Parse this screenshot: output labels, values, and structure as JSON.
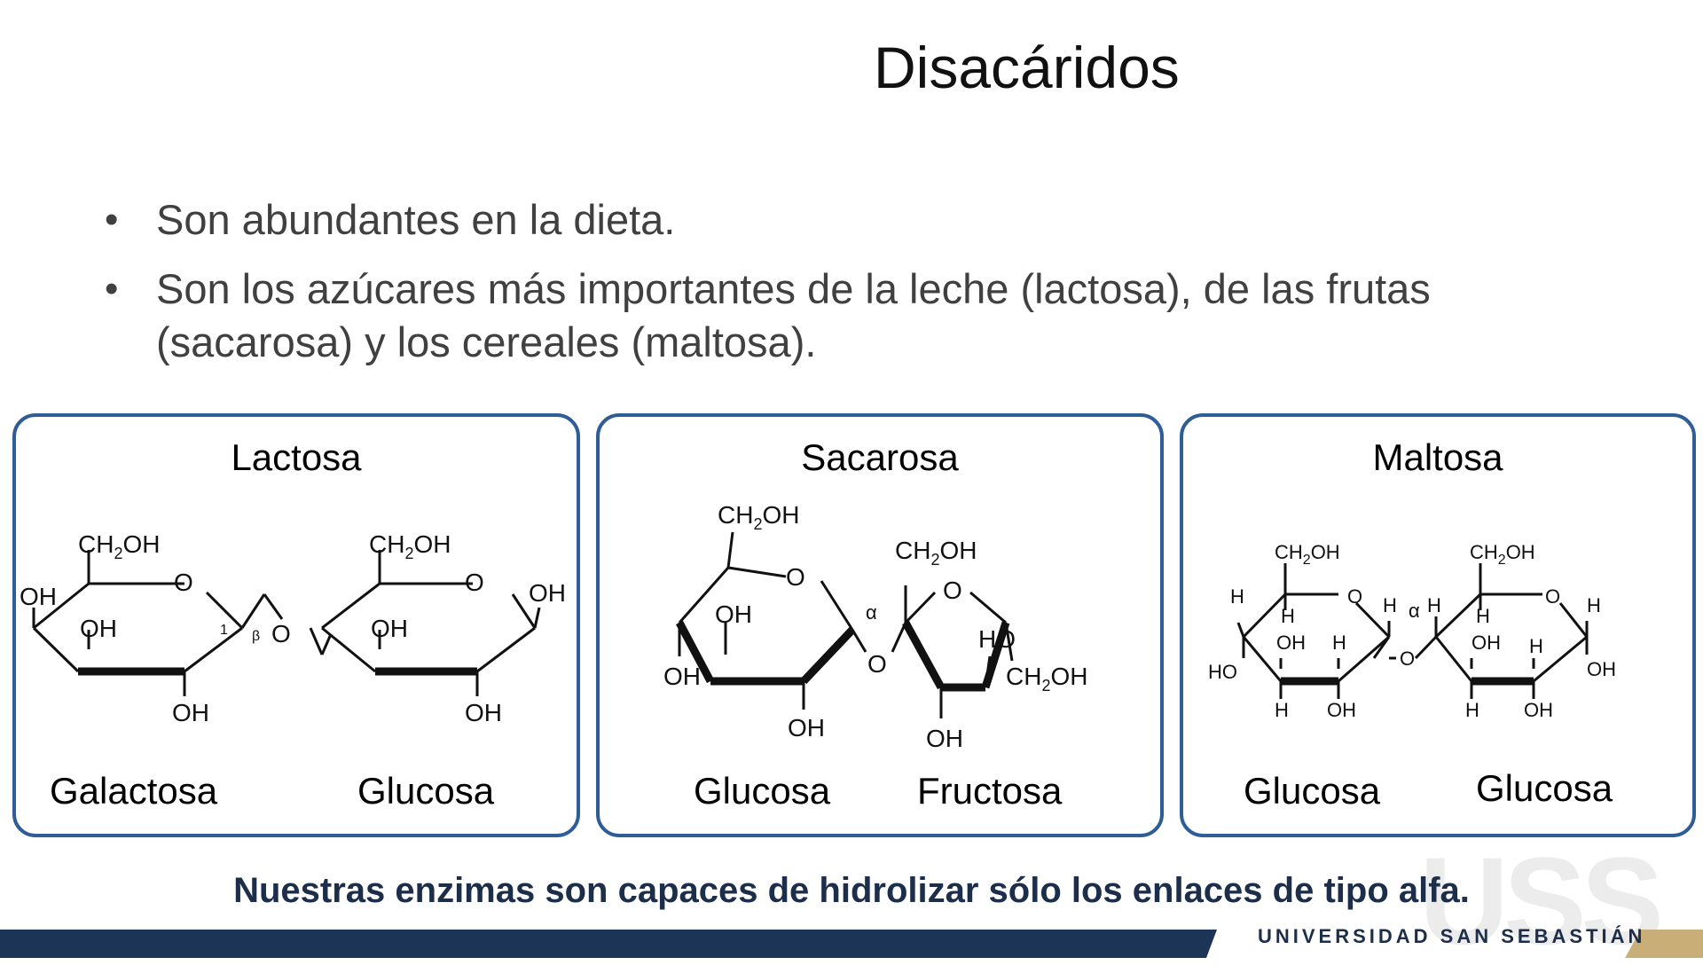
{
  "slide": {
    "title": "Disacáridos",
    "bullets": [
      "Son abundantes en la dieta.",
      "Son los azúcares más importantes de la leche (lactosa), de las frutas (sacarosa) y los cereales (maltosa)."
    ],
    "bullet_glyph": "•"
  },
  "panels": [
    {
      "title": "Lactosa",
      "left_label": "Galactosa",
      "right_label": "Glucosa"
    },
    {
      "title": "Sacarosa",
      "left_label": "Glucosa",
      "right_label": "Fructosa"
    },
    {
      "title": "Maltosa",
      "left_label": "Glucosa",
      "right_label": "Glucosa"
    }
  ],
  "structures": {
    "ch2oh": "CH",
    "sub2": "2",
    "oh_suffix": "OH",
    "oh": "OH",
    "ho": "HO",
    "o": "O",
    "h": "H",
    "alpha": "α",
    "beta": "β",
    "one": "1"
  },
  "footer": {
    "note": "Nuestras enzimas son capaces de hidrolizar sólo los enlaces de tipo alfa.",
    "university": "UNIVERSIDAD SAN SEBASTIÁN",
    "watermark": "USS"
  },
  "colors": {
    "panel_border": "#2f5d96",
    "footer_bar": "#1c3557",
    "footer_accent": "#c9ae78",
    "footer_text": "#1c2e4a"
  }
}
